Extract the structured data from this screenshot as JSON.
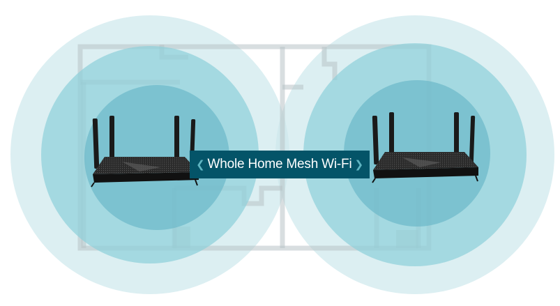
{
  "banner": {
    "label": "Whole Home Mesh Wi-Fi",
    "left_arrow_icon": "chevron-left-icon",
    "right_arrow_icon": "chevron-right-icon"
  },
  "colors": {
    "banner_bg": "#045468",
    "banner_text": "#ffffff",
    "arrow": "#5fb5c2",
    "coverage_outer": "#dceef1",
    "coverage_mid": "#9dd6de",
    "coverage_inner": "#79bfcd",
    "floorplan_wall": "#c9d3d6"
  },
  "routers": [
    {
      "name": "router-left",
      "antennas": 4
    },
    {
      "name": "router-right",
      "antennas": 4
    }
  ]
}
